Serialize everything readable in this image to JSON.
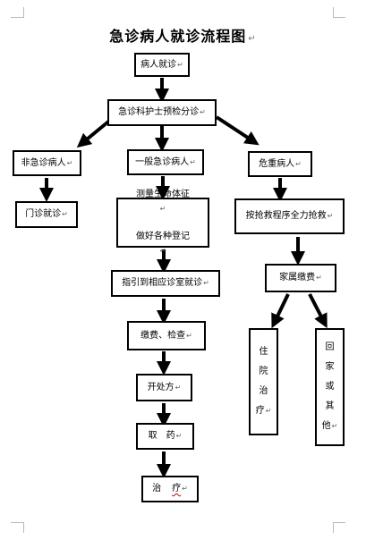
{
  "title": "急诊病人就诊流程图",
  "paragraph_mark": "↵",
  "nodes": {
    "patient": "病人就诊",
    "triage": "急诊科护士预检分诊",
    "non_emergency": "非急诊病人",
    "general": "一般急诊病人",
    "critical": "危重病人",
    "outpatient": "门诊就诊",
    "vitals_line1": "测量生命体征",
    "vitals_line2": "做好各种登记",
    "rescue": "按抢救程序全力抢救",
    "guide": "指引到相应诊室就诊",
    "family_pay": "家属缴费",
    "pay_exam": "缴费、检查",
    "hospitalize": "住院治疗",
    "go_home": "回家或其他",
    "prescribe": "开处方",
    "get_medicine": "取　药",
    "treat_a": "治",
    "treat_b": "疗"
  }
}
